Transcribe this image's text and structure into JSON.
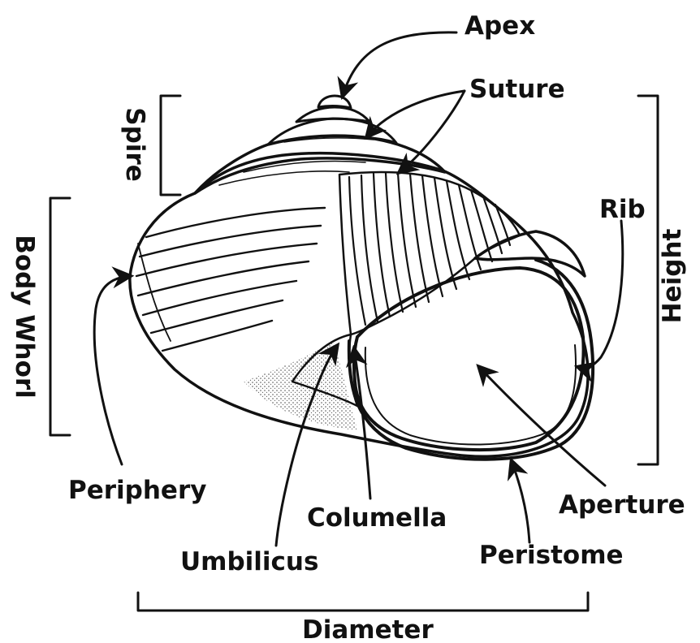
{
  "labels": {
    "apex": "Apex",
    "suture": "Suture",
    "spire": "Spire",
    "rib": "Rib",
    "height": "Height",
    "body_whorl": "Body Whorl",
    "periphery": "Periphery",
    "columella": "Columella",
    "aperture": "Aperture",
    "umbilicus": "Umbilicus",
    "peristome": "Peristome",
    "diameter": "Diameter"
  },
  "colors": {
    "ink": "#111111",
    "background": "#ffffff"
  }
}
